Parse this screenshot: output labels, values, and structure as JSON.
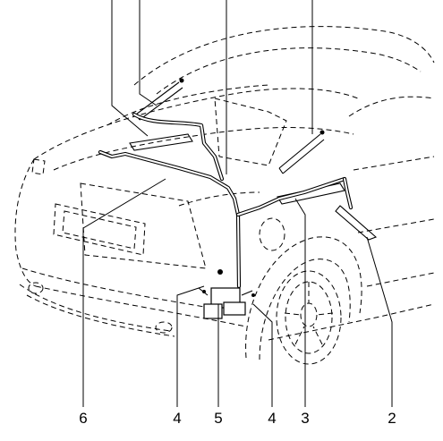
{
  "callouts": {
    "c6": "6",
    "c4a": "4",
    "c5": "5",
    "c4b": "4",
    "c3": "3",
    "c2": "2"
  }
}
